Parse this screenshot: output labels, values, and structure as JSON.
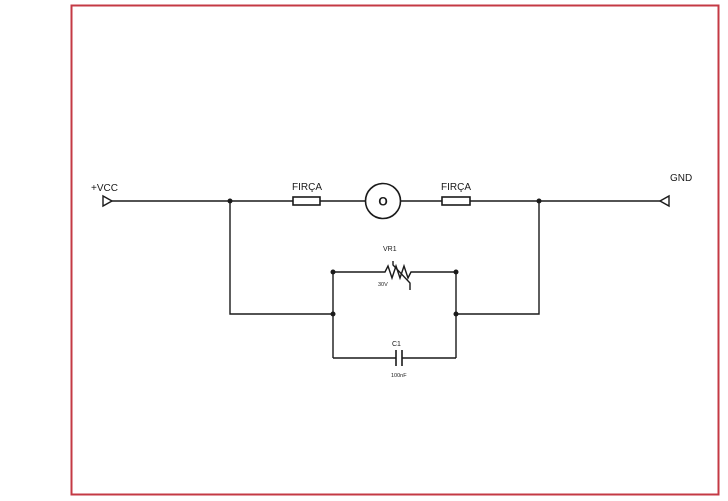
{
  "colors": {
    "frame_border": "#c43a44",
    "wire": "#1a1a1a",
    "background": "#ffffff"
  },
  "diagram": {
    "type": "electrical-schematic",
    "vcc_label": "+VCC",
    "gnd_label": "GND",
    "brush_left_label": "FIRÇA",
    "brush_right_label": "FIRÇA",
    "motor_label": "O",
    "varistor_label": "VR1",
    "varistor_value": "30V",
    "capacitor_label": "C1",
    "capacitor_value": "100nF"
  }
}
